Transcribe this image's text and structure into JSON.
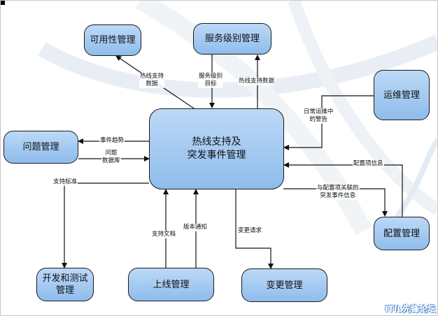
{
  "nodes": {
    "availability": "可用性管理",
    "service_level": "服务级别管理",
    "operations": "运维管理",
    "problem": "问题管理",
    "center": "热线支持及\n突发事件管理",
    "config": "配置管理",
    "dev_test": "开发和测试\n管理",
    "release": "上线管理",
    "change": "变更管理"
  },
  "labels": {
    "hotline_data_left": "热线支持\n数据",
    "sla_goal": "服务级别\n目标",
    "hotline_data_right": "热线支持数据",
    "daily_ops_warning": "日常运维中\n的警告",
    "incident_trend": "事件趋势",
    "problem_db": "问题\n数据库",
    "support_standard": "支持标准",
    "ci_info": "配置项信息",
    "ci_related_incidents": "与配置项关联的\n突发事件信息",
    "support_docs": "支持文档",
    "release_notice": "版本通知",
    "change_request": "变更请求"
  },
  "watermark": "ITIL先锋论坛"
}
